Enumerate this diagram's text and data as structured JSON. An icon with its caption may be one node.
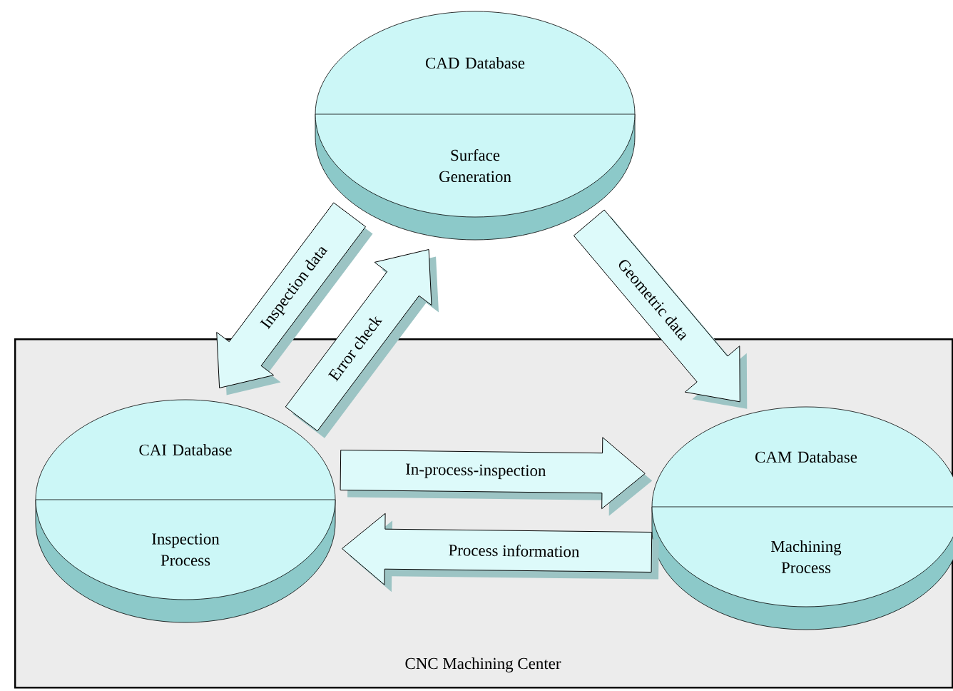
{
  "diagram": {
    "nodes": [
      {
        "text": [
          "CNC Machining Center"
        ]
      },
      {
        "text": [
          "CAD Database",
          "Surface Generation"
        ]
      },
      {
        "text": [
          "CAI Database",
          "Inspection Process"
        ],
        "in": 0
      },
      {
        "text": [
          "CAM Database",
          "Machining Process"
        ],
        "in": 0
      }
    ],
    "edges": [
      {
        "from": 1,
        "to": 2,
        "arrow": "to",
        "label": "Inspection data"
      },
      {
        "from": 2,
        "to": 1,
        "arrow": "to",
        "label": "Error check"
      },
      {
        "from": 1,
        "to": 3,
        "arrow": "to",
        "label": "Geometric data"
      },
      {
        "from": 2,
        "to": 3,
        "arrow": "to",
        "label": "In-process-inspection"
      },
      {
        "from": 3,
        "to": 2,
        "arrow": "to",
        "label": "Process information"
      }
    ]
  }
}
